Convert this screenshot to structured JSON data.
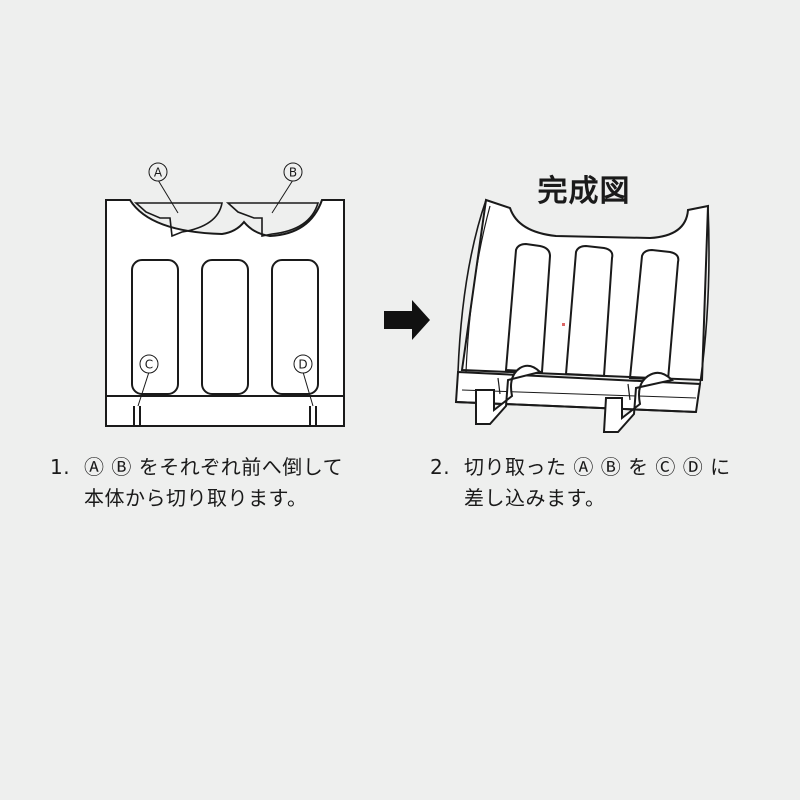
{
  "title": "完成図",
  "markers": {
    "a": "A",
    "b": "B",
    "c": "C",
    "d": "D"
  },
  "step1": {
    "number": "1.",
    "line1": "Ⓐ Ⓑ をそれぞれ前へ倒して",
    "line2": "本体から切り取ります。"
  },
  "step2": {
    "number": "2.",
    "line1": "切り取った Ⓐ Ⓑ を Ⓒ Ⓓ に",
    "line2": "差し込みます。"
  },
  "colors": {
    "background": "#eeefee",
    "line": "#1a1a1a",
    "fill": "#ffffff"
  },
  "icons": {
    "arrow": "right-arrow-icon"
  }
}
